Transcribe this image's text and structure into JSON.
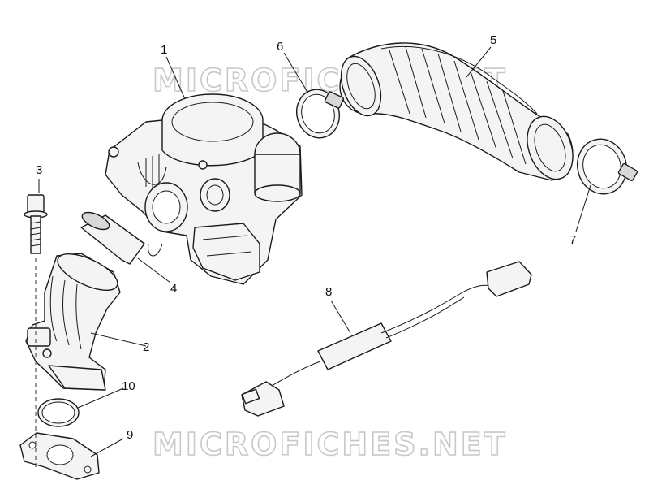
{
  "watermark": {
    "text": "MICROFICHES.NET"
  },
  "callouts": [
    {
      "id": "1",
      "label": "1"
    },
    {
      "id": "2",
      "label": "2"
    },
    {
      "id": "3",
      "label": "3"
    },
    {
      "id": "4",
      "label": "4"
    },
    {
      "id": "5",
      "label": "5"
    },
    {
      "id": "6",
      "label": "6"
    },
    {
      "id": "7",
      "label": "7"
    },
    {
      "id": "8",
      "label": "8"
    },
    {
      "id": "9",
      "label": "9"
    },
    {
      "id": "10",
      "label": "10"
    }
  ],
  "parts": [
    {
      "callout": "1",
      "name": "carburettor"
    },
    {
      "callout": "2",
      "name": "intake-manifold"
    },
    {
      "callout": "3",
      "name": "bolt"
    },
    {
      "callout": "4",
      "name": "rubber-spacer"
    },
    {
      "callout": "5",
      "name": "air-intake-sleeve"
    },
    {
      "callout": "6",
      "name": "hose-clamp"
    },
    {
      "callout": "7",
      "name": "hose-clamp"
    },
    {
      "callout": "8",
      "name": "wiring-harness"
    },
    {
      "callout": "9",
      "name": "gasket"
    },
    {
      "callout": "10",
      "name": "o-ring"
    }
  ]
}
